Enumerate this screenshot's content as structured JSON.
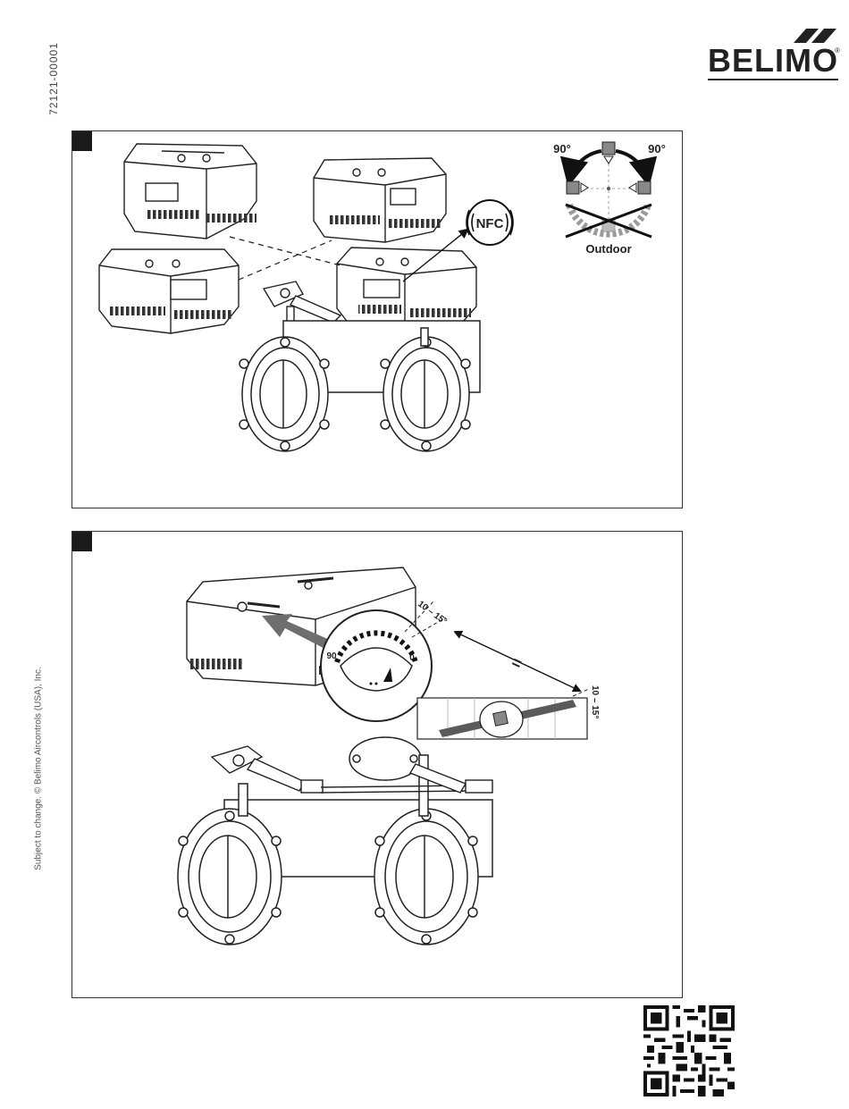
{
  "document": {
    "doc_number": "72121-00001",
    "footer_note": "Subject to change. © Belimo Aircontrols (USA), Inc."
  },
  "brand": {
    "logo_text": "BELIMO",
    "registered_mark": "®"
  },
  "panel_1": {
    "rotation_diagram": {
      "left_angle": "90°",
      "right_angle": "90°",
      "caption": "Outdoor"
    },
    "nfc_label": "NFC"
  },
  "panel_2": {
    "dial": {
      "mark_left": "90",
      "mark_right": "0"
    },
    "offset_angle": "10 – 15°",
    "equal_sign": "=",
    "offset_angle_2": "10 – 15°"
  },
  "colors": {
    "ink": "#1a1a1a",
    "arrow_gray": "#6e6e6e",
    "hatch_gray": "#9a9a9a"
  }
}
